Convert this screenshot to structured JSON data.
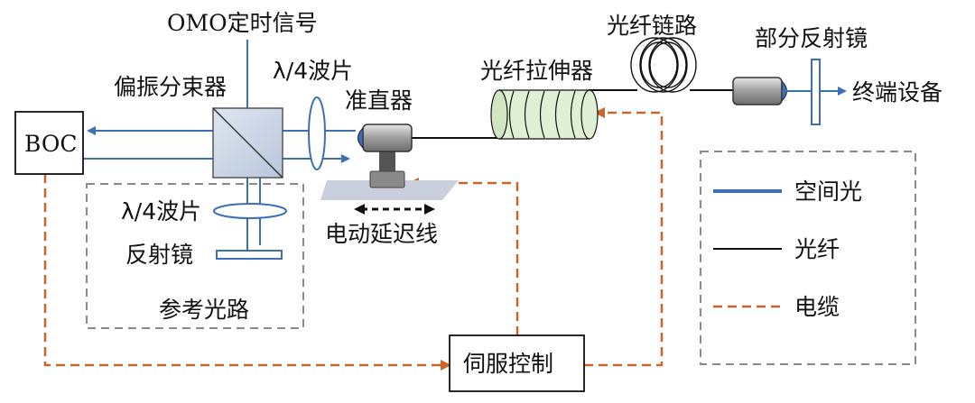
{
  "labels": {
    "omo_signal": "OMO定时信号",
    "pbs": "偏振分束器",
    "qwp_top": "λ/4波片",
    "collimator": "准直器",
    "stretcher": "光纤拉伸器",
    "fiber_link": "光纤链路",
    "partial_mirror": "部分反射镜",
    "terminal": "终端设备",
    "boc": "BOC",
    "qwp_ref": "λ/4波片",
    "mirror": "反射镜",
    "reference_path": "参考光路",
    "delay_line": "电动延迟线",
    "servo": "伺服控制"
  },
  "legend": {
    "items": [
      {
        "label": "空间光",
        "style": "free-space-beam"
      },
      {
        "label": "光纤",
        "style": "fiber"
      },
      {
        "label": "电缆",
        "style": "cable"
      }
    ]
  },
  "colors": {
    "beam": "#3d6fb5",
    "cable": "#c8662c",
    "fiber": "#111111",
    "frame": "#8a8a8a",
    "stretcher_fill": "#dff0d4",
    "stage_fill": "#c9cfdc",
    "component_fill": "#a8a8a8"
  }
}
